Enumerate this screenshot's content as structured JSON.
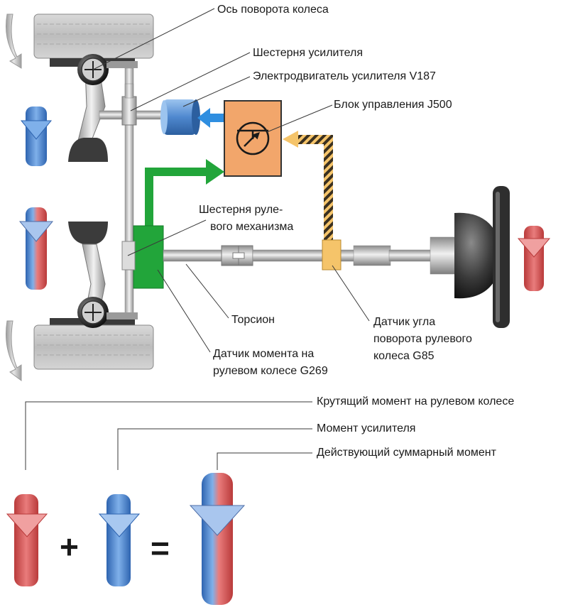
{
  "labels": {
    "wheel_axis": "Ось поворота колеса",
    "booster_gear": "Шестерня усилителя",
    "motor": "Электродвигатель усилителя V187",
    "control_unit": "Блок управления J500",
    "steering_gear_1": "Шестерня руле-",
    "steering_gear_2": "вого механизма",
    "torsion_bar": "Торсион",
    "angle_sensor_1": "Датчик угла",
    "angle_sensor_2": "поворота рулевого",
    "angle_sensor_3": "колеса G85",
    "torque_sensor_1": "Датчик момента на",
    "torque_sensor_2": "рулевом колесе G269"
  },
  "legend": {
    "steering_torque": "Крутящий момент на рулевом колесе",
    "booster_torque": "Момент усилителя",
    "total_torque": "Действующий суммарный момент",
    "plus": "+",
    "equals": "="
  },
  "colors": {
    "control_unit": "#f2a66b",
    "motor": "#5a8fd0",
    "torque_sensor": "#22a53a",
    "angle_sensor": "#f5c46a",
    "steering_torque_red": "#d9534f",
    "booster_torque_blue": "#3f7fcf",
    "signal_arrow_blue": "#2f8ee0",
    "signal_arrow_green": "#22a53a",
    "signal_arrow_yellow": "#f5c46a"
  }
}
